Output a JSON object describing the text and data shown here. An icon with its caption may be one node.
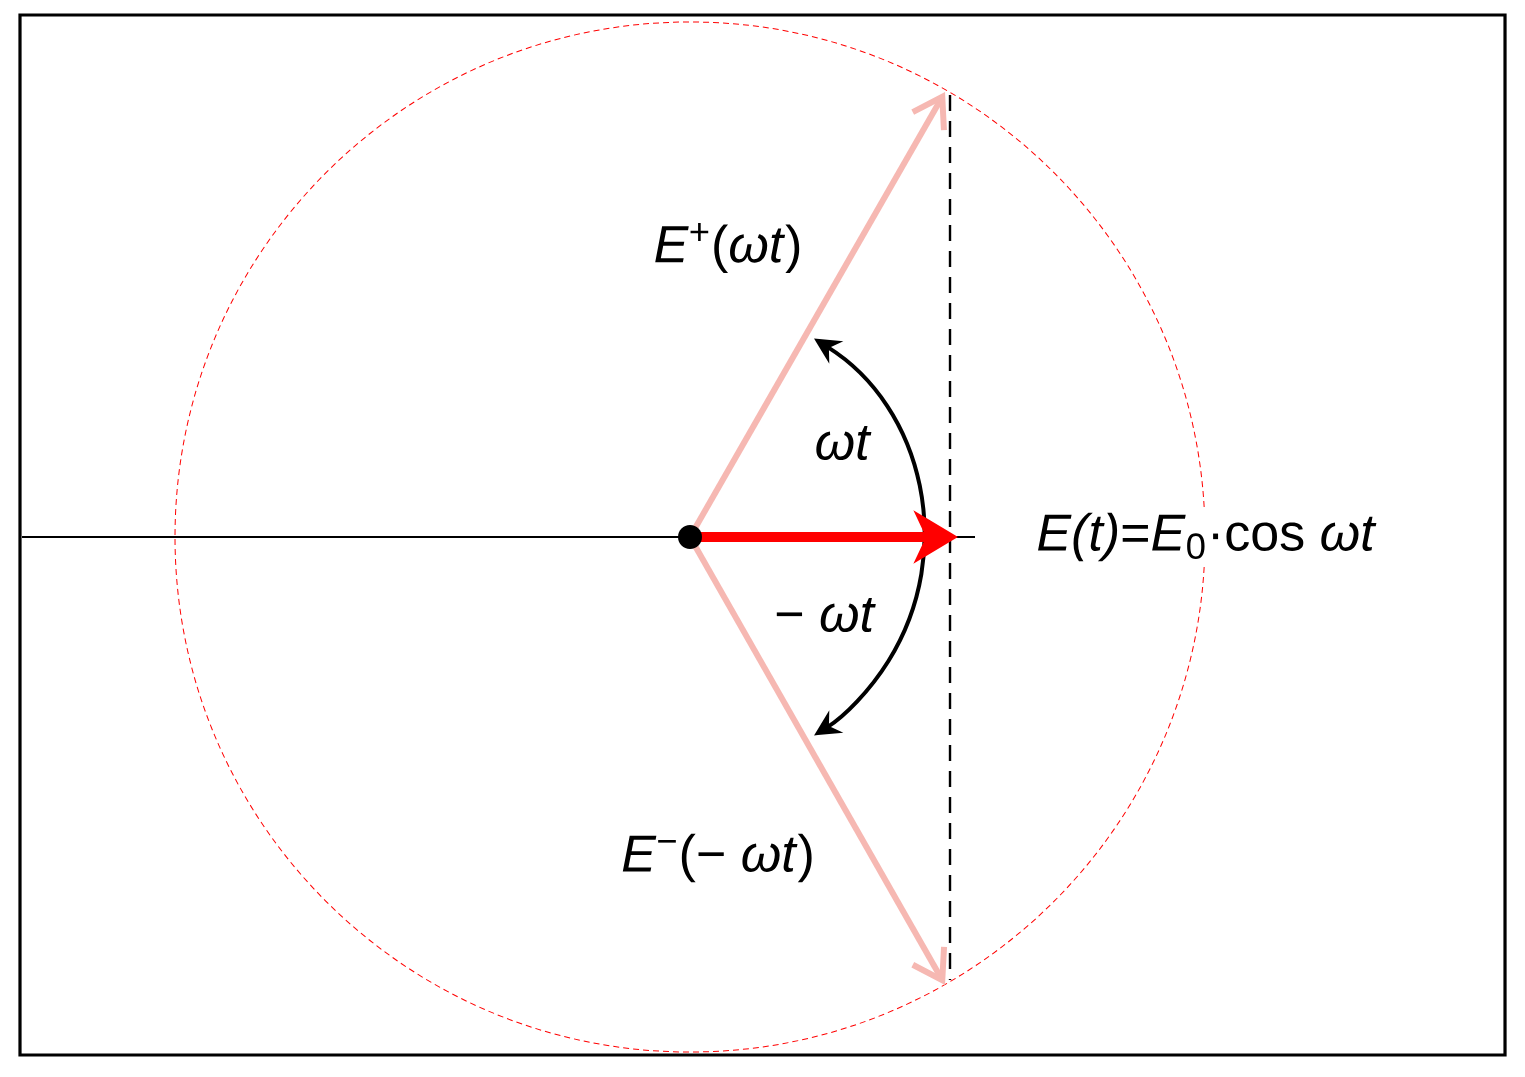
{
  "diagram": {
    "labels": [
      "*E*$^{+}$(*ωt*)",
      "*ωt*",
      "*E(t)*=*E*$_{0}$·cos *ωt*",
      "− *ωt*",
      "*E*$^{−}$(− *ωt*)"
    ]
  }
}
